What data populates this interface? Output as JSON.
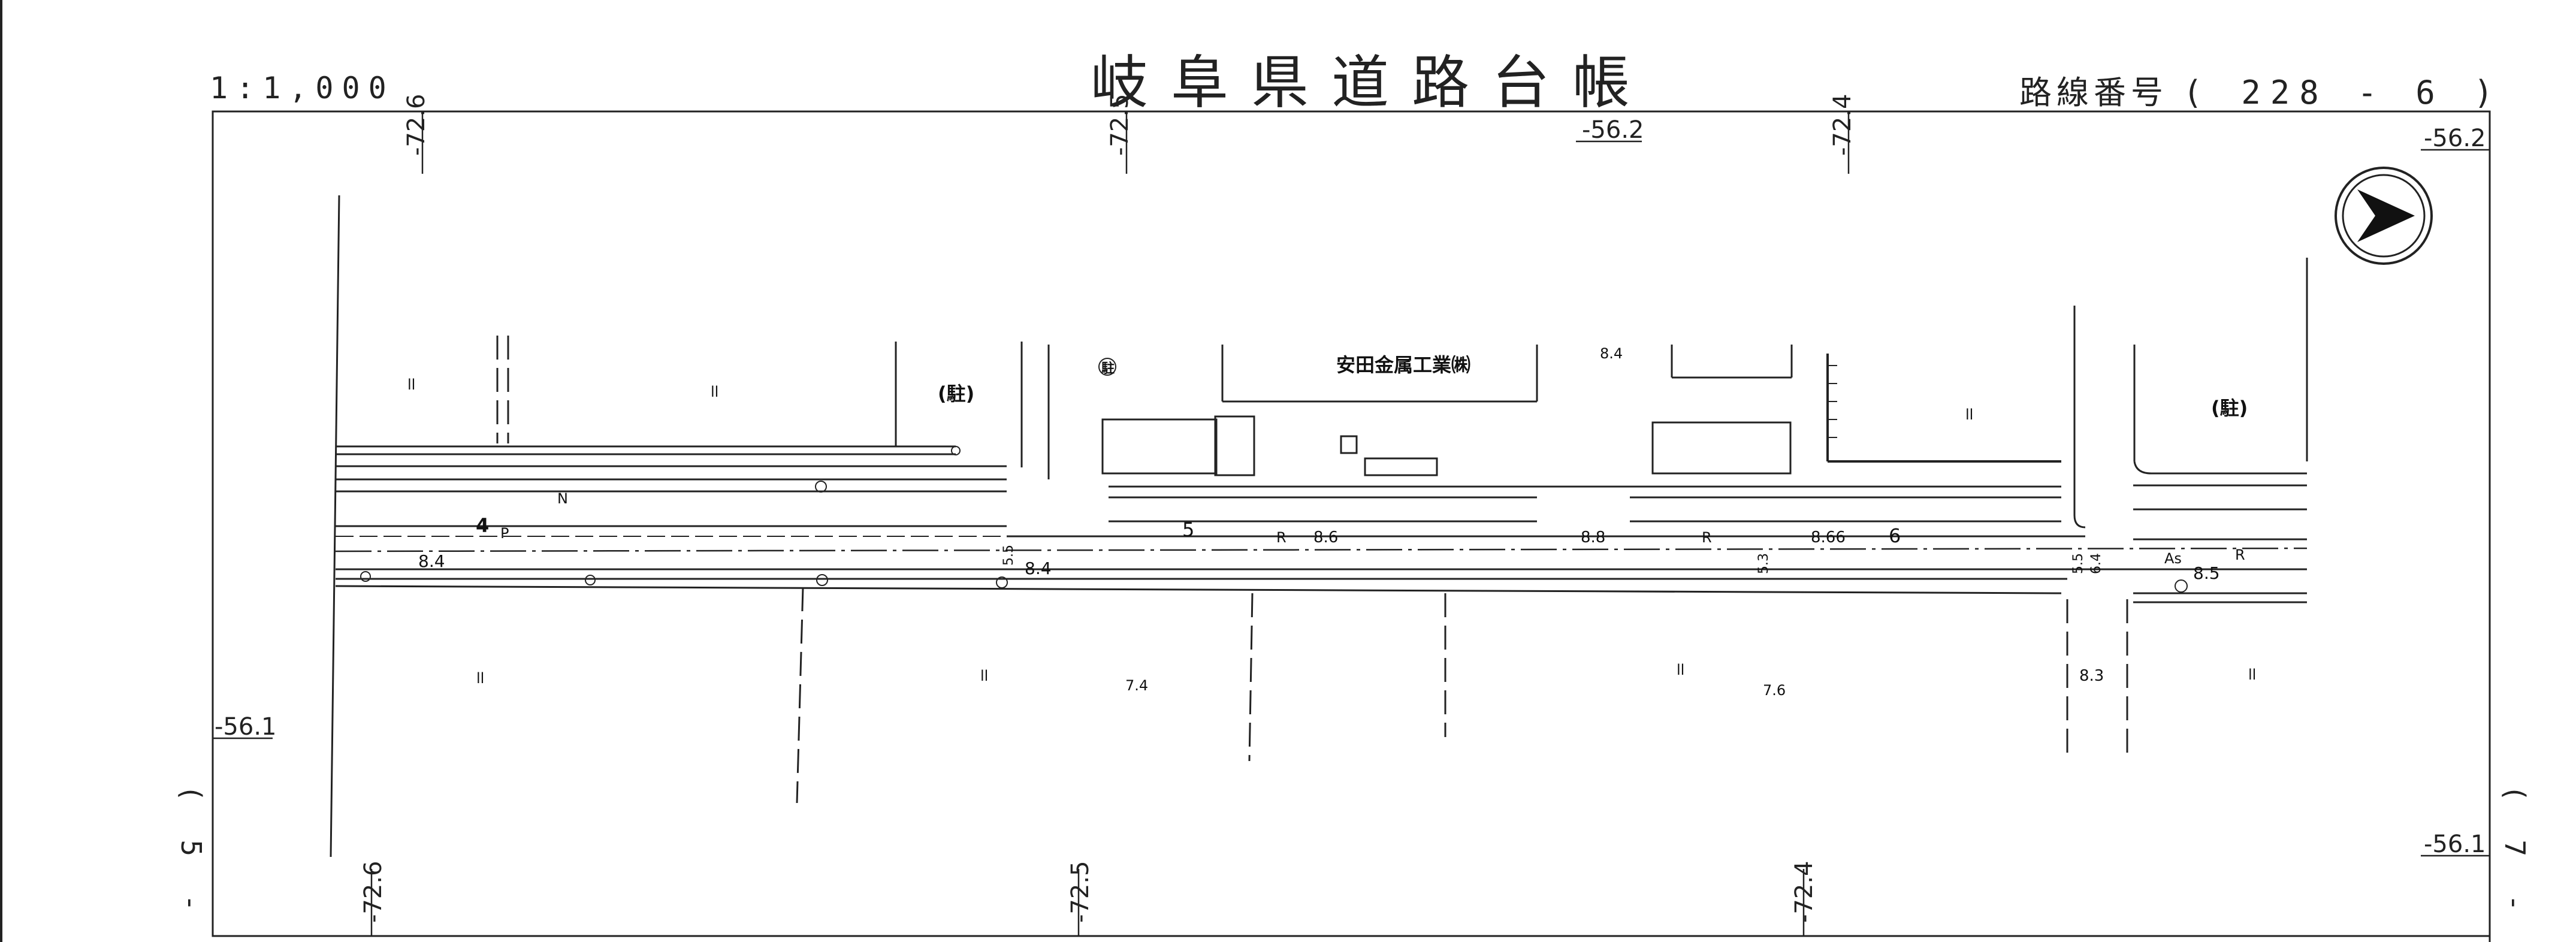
{
  "header": {
    "title": "岐阜県道路台帳",
    "scale": "1:1,000",
    "route_prefix": "路線番号",
    "route_number": "( 228 -  6 )"
  },
  "side": {
    "left": "( 5 -",
    "right": "( 7 -"
  },
  "grid": {
    "top": [
      "-72.6",
      "-72.5",
      "-72.4"
    ],
    "bottom": [
      "-72.6",
      "-72.5",
      "-72.4"
    ],
    "right_top": "-56.2",
    "top_mid": "-56.2",
    "left_mid": "-56.1",
    "right_bottom": "-56.1"
  },
  "map": {
    "company": "安田金属工業㈱",
    "parking1": "(駐)",
    "parking2": "(駐)",
    "parking_mark": "駐",
    "station4": "4",
    "station5": "5",
    "station6": "6",
    "widths": [
      "8.4",
      "8.4",
      "8.6",
      "8.8",
      "8.66",
      "8.5",
      "8.3"
    ],
    "spot_elev": [
      "8.4",
      "7.4",
      "7.6"
    ],
    "labels_N": "N",
    "labels_P": "P",
    "labels_R1": "R",
    "labels_R2": "R",
    "labels_R3": "R",
    "labels_As": "As",
    "dim_55": "5.5",
    "dim_55b": "5.5",
    "dim_53": "5.3",
    "dim_64": "6.4",
    "field_mark": "ll"
  }
}
